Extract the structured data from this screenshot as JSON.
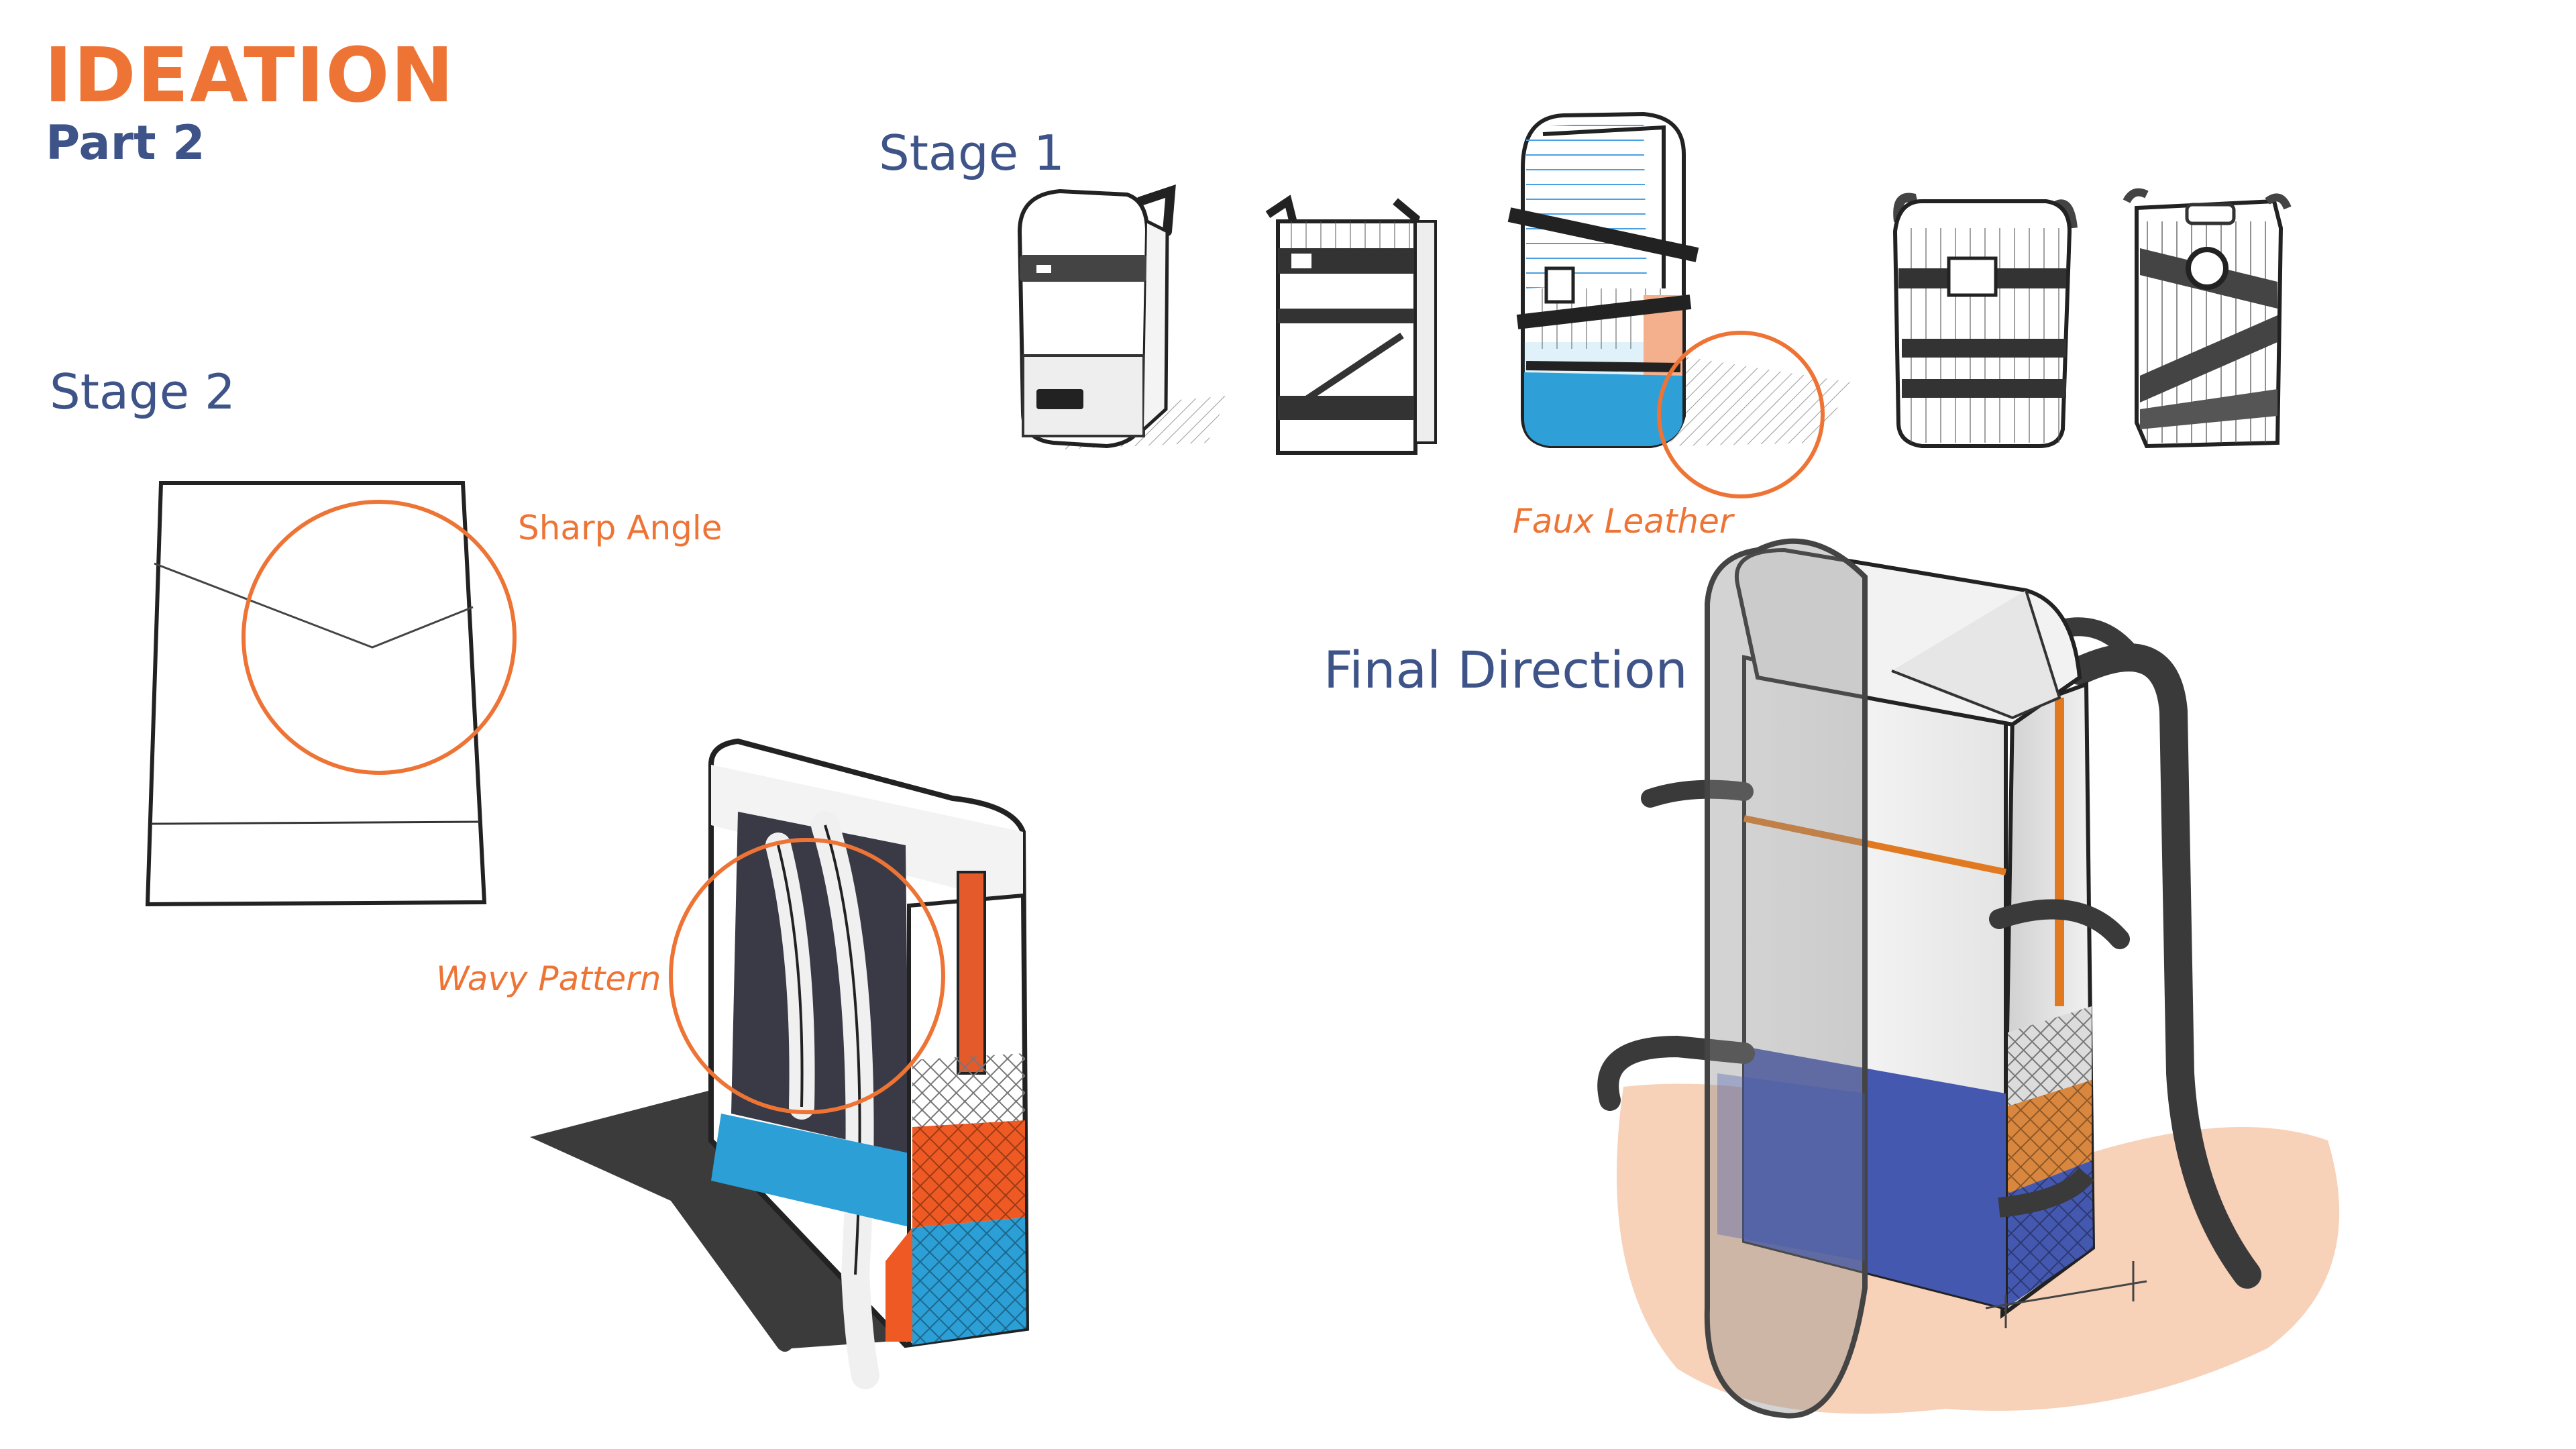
{
  "header": {
    "title": "IDEATION",
    "subtitle": "Part 2"
  },
  "labels": {
    "stage1": "Stage 1",
    "stage2": "Stage 2",
    "final_direction": "Final Direction"
  },
  "annotations": {
    "sharp_angle": "Sharp Angle",
    "wavy_pattern": "Wavy Pattern",
    "faux_leather": "Faux Leather"
  },
  "colors": {
    "accent_orange": "#ee7435",
    "heading_blue": "#3e5489",
    "sketch_blue": "#2f9fd8",
    "final_blue": "#4458b0"
  }
}
